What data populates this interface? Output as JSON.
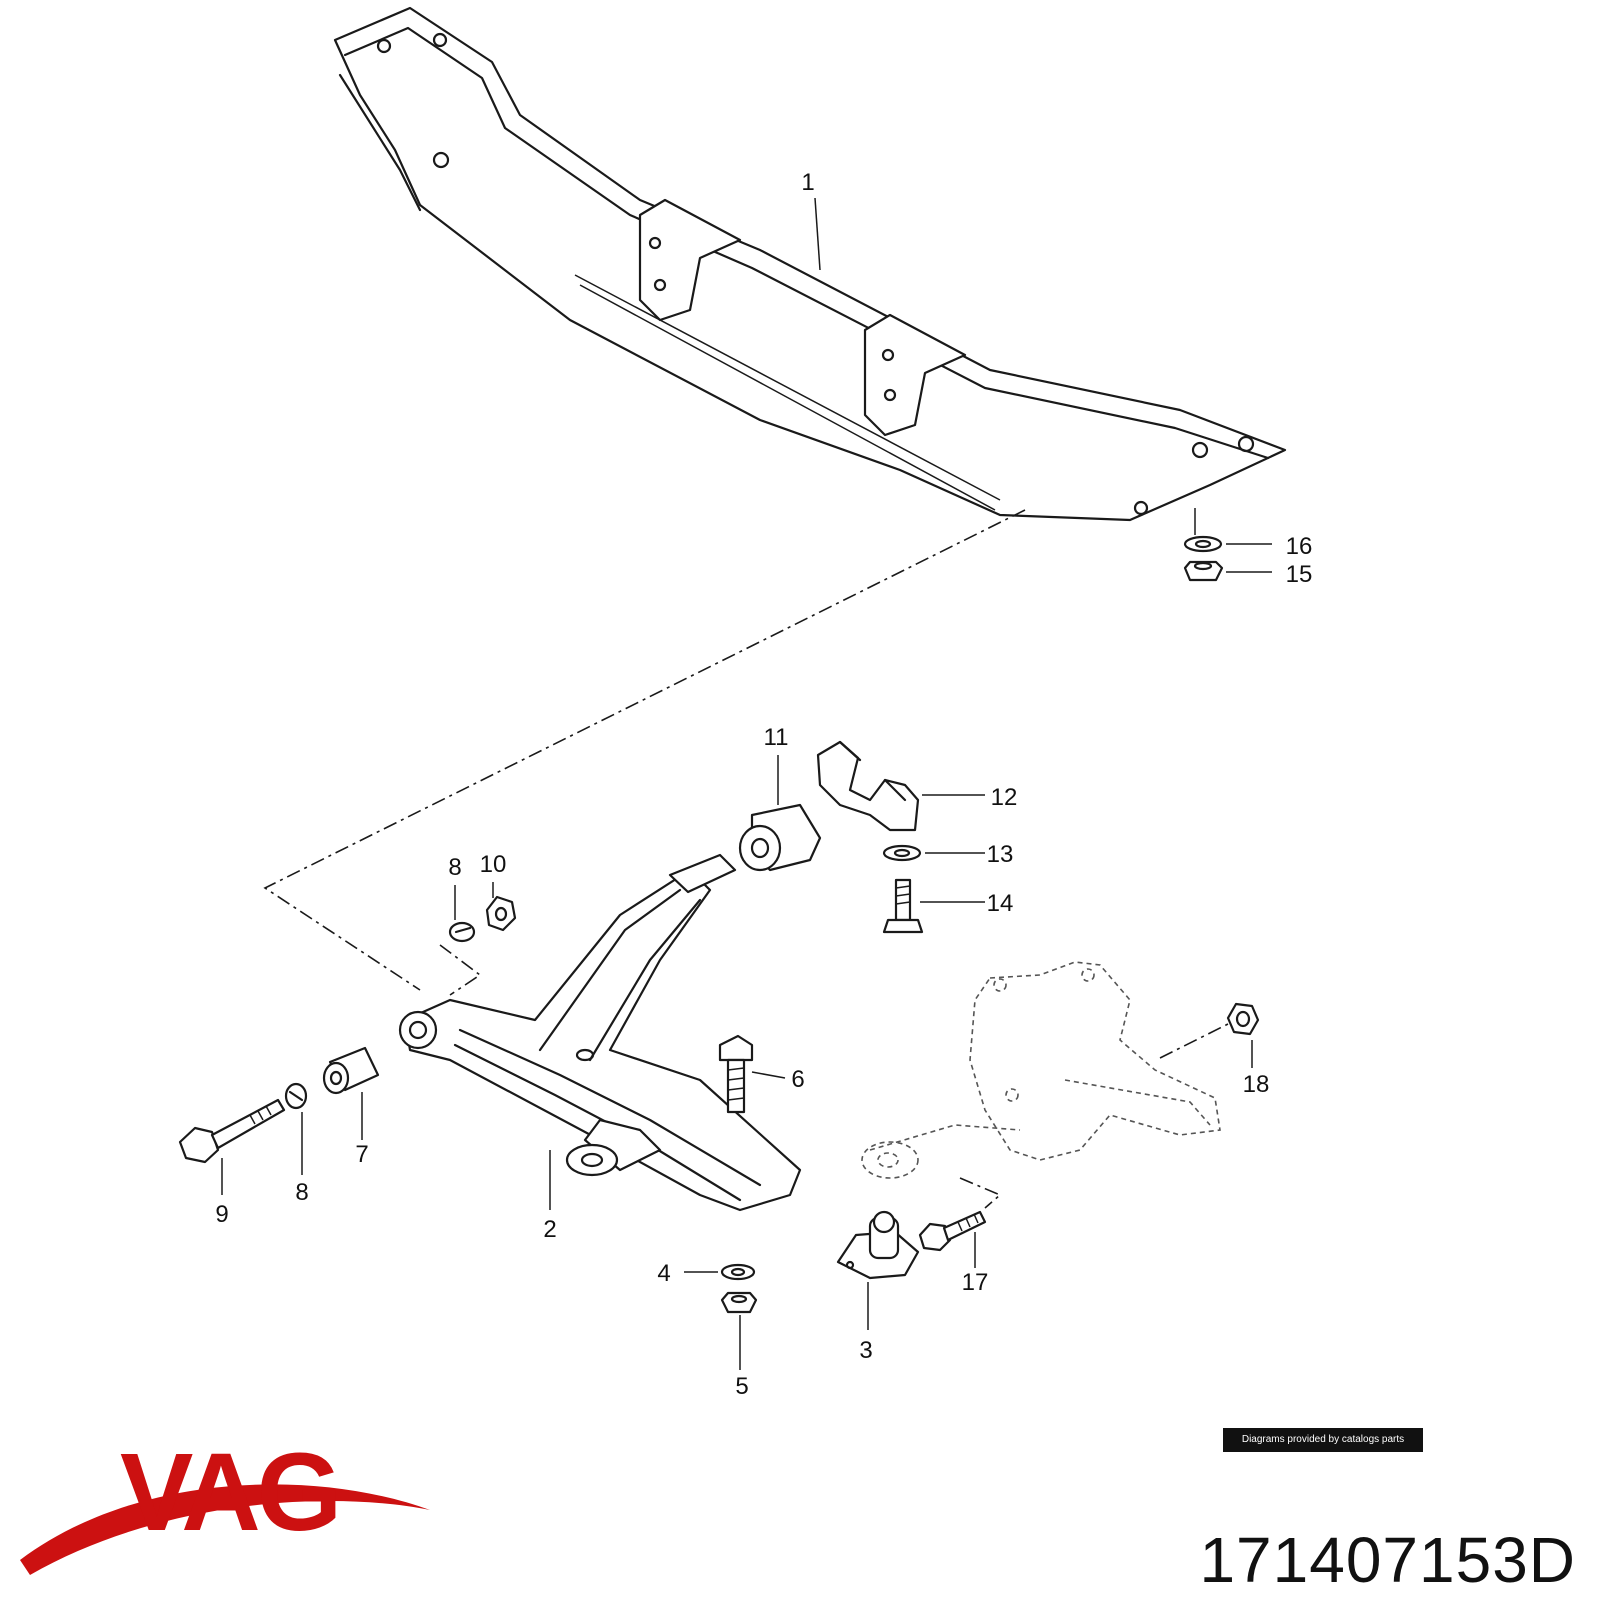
{
  "callouts": {
    "c1": "1",
    "c2": "2",
    "c3": "3",
    "c4": "4",
    "c5": "5",
    "c6": "6",
    "c7": "7",
    "c8a": "8",
    "c8b": "8",
    "c9": "9",
    "c10": "10",
    "c11": "11",
    "c12": "12",
    "c13": "13",
    "c14": "14",
    "c15": "15",
    "c16": "16",
    "c17": "17",
    "c18": "18"
  },
  "brand": {
    "logo_text": "VAG",
    "color": "#cc1111"
  },
  "credit": "Diagrams provided by catalogs parts",
  "part_number": "171407153D"
}
